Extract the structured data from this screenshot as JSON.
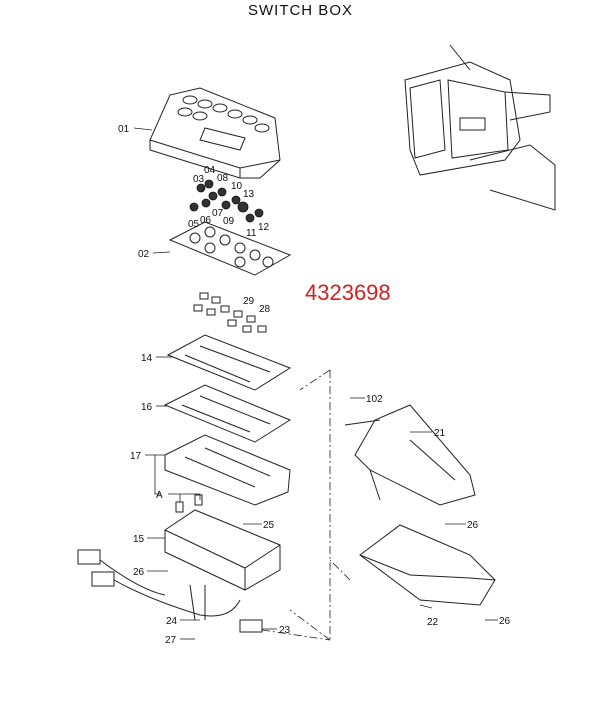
{
  "title": "SWITCH BOX",
  "part_number": "4323698",
  "part_number_color": "#d42020",
  "callouts": {
    "c01": "01",
    "c02": "02",
    "c03": "03",
    "c04": "04",
    "c05": "05",
    "c06": "06",
    "c07": "07",
    "c08": "08",
    "c09": "09",
    "c10": "10",
    "c11": "11",
    "c12": "12",
    "c13": "13",
    "c14": "14",
    "c15": "15",
    "c16": "16",
    "c17": "17",
    "cA": "A",
    "c21": "21",
    "c22": "22",
    "c23": "23",
    "c24": "24",
    "c25": "25",
    "c26a": "26",
    "c26b": "26",
    "c26c": "26",
    "c27": "27",
    "c28": "28",
    "c29": "29",
    "c102": "102"
  }
}
